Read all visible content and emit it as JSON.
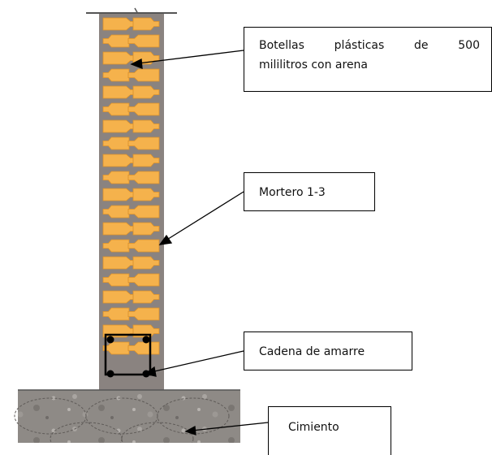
{
  "labels": {
    "bottles_line1_words": [
      "Botellas",
      "plásticas",
      "de",
      "500"
    ],
    "bottles_line2": "mililitros con arena",
    "mortar": "Mortero 1-3",
    "chain": "Cadena de amarre",
    "foundation": "Cimiento"
  },
  "colors": {
    "bottle": "#f5b24c",
    "bottle_dark": "#d9902a",
    "mortar": "#8a8380",
    "foundation": "#8e8a86",
    "line": "#000000"
  },
  "bottle_rows": 20
}
